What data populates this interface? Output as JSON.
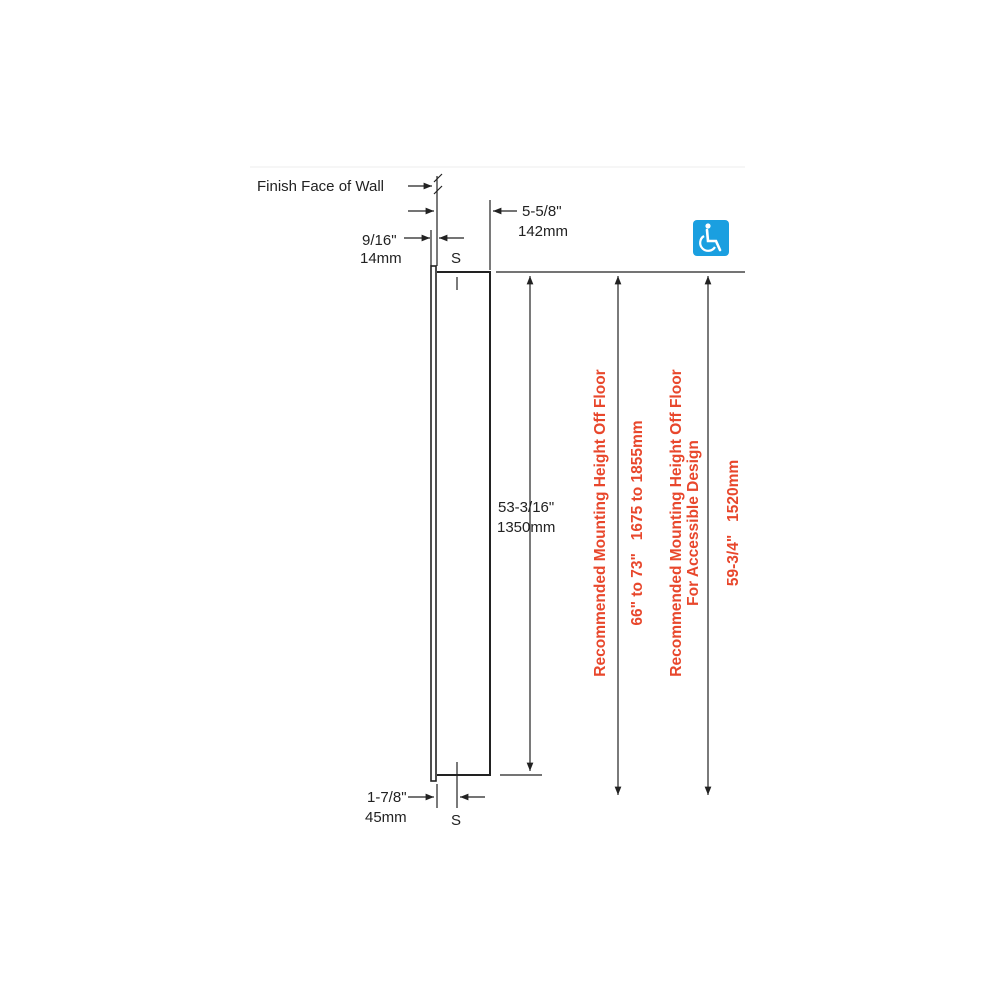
{
  "labels": {
    "finish_face": "Finish Face of Wall",
    "depth_in": "5-5/8\"",
    "depth_mm": "142mm",
    "flange_in": "9/16\"",
    "flange_mm": "14mm",
    "s_top": "S",
    "s_bottom": "S",
    "height_in": "53-3/16\"",
    "height_mm": "1350mm",
    "bottom_in": "1-7/8\"",
    "bottom_mm": "45mm"
  },
  "mounting": {
    "standard_title": "Recommended Mounting Height Off Floor",
    "standard_value": "66\" to 73\"   1675 to 1855mm",
    "accessible_title_1": "Recommended Mounting Height Off Floor",
    "accessible_title_2": "For Accessible Design",
    "accessible_value": "59-3/4\"   1520mm"
  },
  "icons": {
    "accessibility": "wheelchair-accessible-icon"
  },
  "colors": {
    "annotation_red": "#e8472c",
    "accessible_blue": "#1a9fe0",
    "line": "#222222"
  }
}
